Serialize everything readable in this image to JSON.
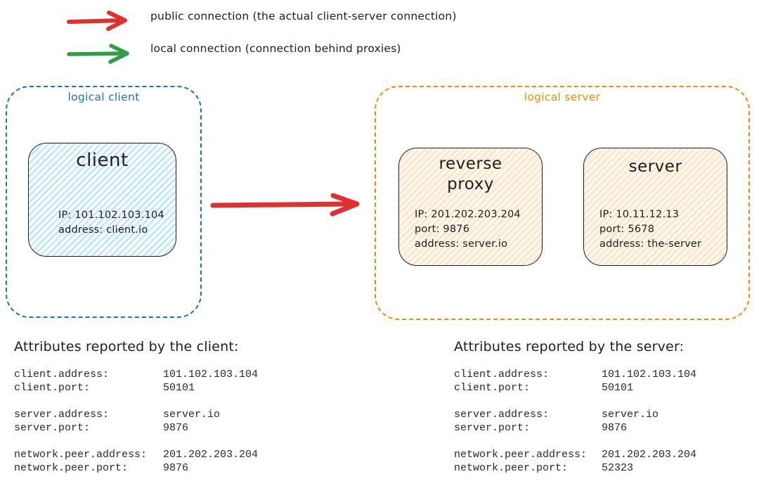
{
  "legend": {
    "items": [
      {
        "icon": "red-arrow-right-icon",
        "color": "#e03131",
        "label": "public connection (the actual client-server connection)"
      },
      {
        "icon": "green-arrow-right-icon",
        "color": "#2f9e44",
        "label": "local connection (connection behind proxies)"
      }
    ]
  },
  "diagram": {
    "logical_client": {
      "label": "logical client",
      "border_color": "#1971c2",
      "nodes": {
        "client": {
          "title": "client",
          "fill": "#a5d8ff",
          "lines": [
            "IP: 101.102.103.104",
            "address: client.io"
          ]
        }
      }
    },
    "public_connection_arrow": {
      "color": "#e03131",
      "direction": "client-to-server"
    },
    "logical_server": {
      "label": "logical server",
      "border_color": "#f08c00",
      "nodes": {
        "reverse_proxy": {
          "title": "reverse proxy",
          "fill": "#ffd8a8",
          "lines": [
            "IP: 201.202.203.204",
            "port: 9876",
            "address: server.io"
          ]
        },
        "server": {
          "title": "server",
          "fill": "#ffd8a8",
          "lines": [
            "IP: 10.11.12.13",
            "port: 5678",
            "address: the-server"
          ]
        }
      }
    }
  },
  "attributes_client": {
    "title": "Attributes reported by the client:",
    "groups": [
      {
        "rows": [
          {
            "key": "client.address:",
            "value": "101.102.103.104"
          },
          {
            "key": "client.port:",
            "value": "50101"
          }
        ]
      },
      {
        "rows": [
          {
            "key": "server.address:",
            "value": "server.io"
          },
          {
            "key": "server.port:",
            "value": "9876"
          }
        ]
      },
      {
        "rows": [
          {
            "key": "network.peer.address:",
            "value": "201.202.203.204"
          },
          {
            "key": "network.peer.port:",
            "value": "9876"
          }
        ]
      }
    ]
  },
  "attributes_server": {
    "title": "Attributes reported by the server:",
    "groups": [
      {
        "rows": [
          {
            "key": "client.address:",
            "value": "101.102.103.104"
          },
          {
            "key": "client.port:",
            "value": "50101"
          }
        ]
      },
      {
        "rows": [
          {
            "key": "server.address:",
            "value": "server.io"
          },
          {
            "key": "server.port:",
            "value": "9876"
          }
        ]
      },
      {
        "rows": [
          {
            "key": "network.peer.address:",
            "value": "201.202.203.204"
          },
          {
            "key": "network.peer.port:",
            "value": "52323"
          }
        ]
      }
    ]
  }
}
